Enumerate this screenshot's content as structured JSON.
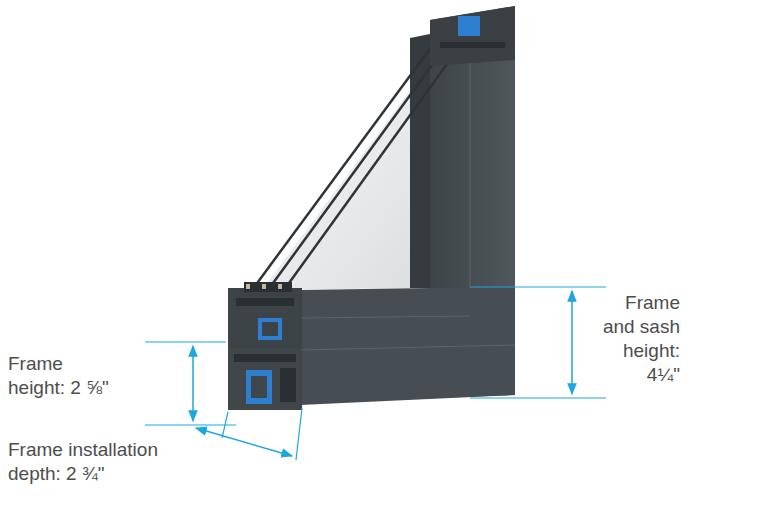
{
  "diagram": {
    "labels": [
      "Frame height: 2 ⅝\"",
      "Frame and sash height: 4¼\"",
      "Frame installation depth: 2 ¾\""
    ]
  }
}
